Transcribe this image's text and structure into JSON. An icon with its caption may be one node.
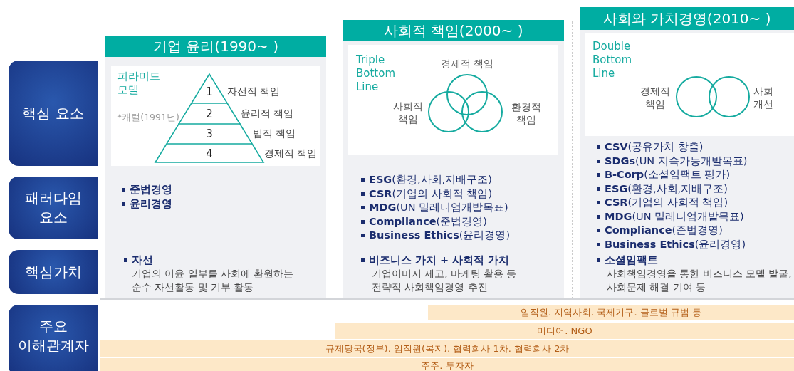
{
  "diagram": {
    "nodes": [
      {
        "text": [
          "핵심 요소"
        ]
      },
      {
        "text": [
          "패러다임 요소"
        ]
      },
      {
        "text": [
          "핵심가치"
        ]
      },
      {
        "text": [
          "주요 이해관계자"
        ]
      },
      {
        "text": [
          "기업 윤리(1990~ )"
        ]
      },
      {
        "text": [
          "사회적 책임(2000~ )"
        ]
      },
      {
        "text": [
          "사회와 가치경영(2010~ )"
        ]
      },
      {
        "text": [
          "1"
        ],
        "beside": [
          "자선적 책임"
        ]
      },
      {
        "text": [
          "2"
        ],
        "beside": [
          "윤리적 책임"
        ]
      },
      {
        "text": [
          "3"
        ],
        "beside": [
          "법적 책임"
        ]
      },
      {
        "text": [
          "4"
        ],
        "beside": [
          "경제적 책임"
        ]
      },
      {
        "text": [],
        "shape": "circle",
        "beside": [
          "경제적 책임"
        ]
      },
      {
        "text": [],
        "shape": "circle",
        "beside": [
          "사회적 책임"
        ]
      },
      {
        "text": [],
        "shape": "circle",
        "beside": [
          "환경적 책임"
        ]
      },
      {
        "text": [],
        "shape": "circle",
        "beside": [
          "경제적 책임"
        ]
      },
      {
        "text": [],
        "shape": "circle",
        "beside": [
          "사회 개선"
        ]
      },
      {
        "text": [
          "임직원. 지역사회. 국제기구. 글로벌 규범 등"
        ]
      },
      {
        "text": [
          "미디어. NGO"
        ]
      },
      {
        "text": [
          "규제당국(정부). 임직원(복지). 협력회사 1차. 협력회사 2차"
        ]
      },
      {
        "text": [
          "주주. 투자자"
        ]
      }
    ],
    "edges": [],
    "labels": [
      "피라미드 모델",
      "*캐럴(1991년)",
      "Triple Bottom Line",
      "Double Bottom Line",
      "준법경영",
      "윤리경영",
      "**ESG**(환경,사회,지배구조)",
      "**CSR**(기업의 사회적 책임)",
      "**MDG**(UN 밀레니엄개발목표)",
      "**Compliance**(준법경영)",
      "**Business Ethics**(윤리경영)",
      "**CSV**(공유가치 창출)",
      "**SDGs**(UN 지속가능개발목표)",
      "**B-Corp**(소셜임팩트 평가)",
      "**ESG**(환경,사회,지배구조)",
      "**CSR**(기업의 사회적 책임)",
      "**MDG**(UN 밀레니엄개발목표)",
      "**Compliance**(준법경영)",
      "**Business Ethics**(윤리경영)",
      "자선",
      "기업의 이윤 일부를 사회에 환원하는 순수 자선활동 및 기부 활동",
      "비즈니스 가치 + 사회적 가치",
      "기업이미지 제고, 마케팅 활용 등 전략적 사회책임경영 추진",
      "소셜임팩트",
      "사회책임경영을 통한 비즈니스 모델 발굴, 사회문제 해결 기여 등"
    ]
  }
}
